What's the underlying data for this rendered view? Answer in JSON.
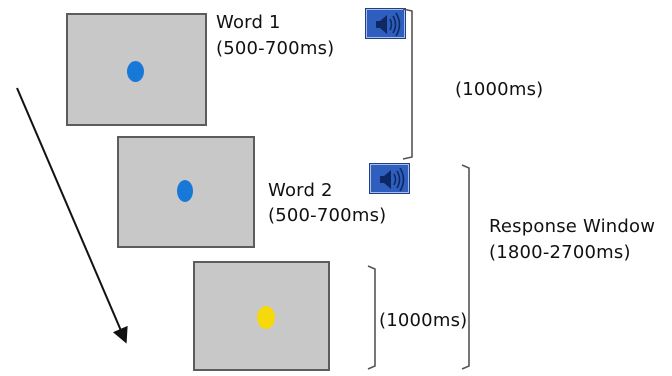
{
  "colors": {
    "screen_fill": "#c8c8c8",
    "screen_border": "#5c5c5c",
    "dot_blue": "#1778d8",
    "dot_yellow": "#f5d90a",
    "speaker_fill": "#2f5fbe",
    "speaker_icon": "#0e2863",
    "line": "#111111"
  },
  "trial": {
    "word1": {
      "title": "Word 1",
      "duration": "(500-700ms)",
      "icon": "speaker-icon"
    },
    "word2": {
      "title": "Word 2",
      "duration": "(500-700ms)",
      "icon": "speaker-icon"
    },
    "interval": {
      "label": "(1000ms)"
    },
    "response_window": {
      "title": "Response Window",
      "duration": "(1800-2700ms)"
    },
    "final_interval": {
      "label": "(1000ms)"
    }
  }
}
